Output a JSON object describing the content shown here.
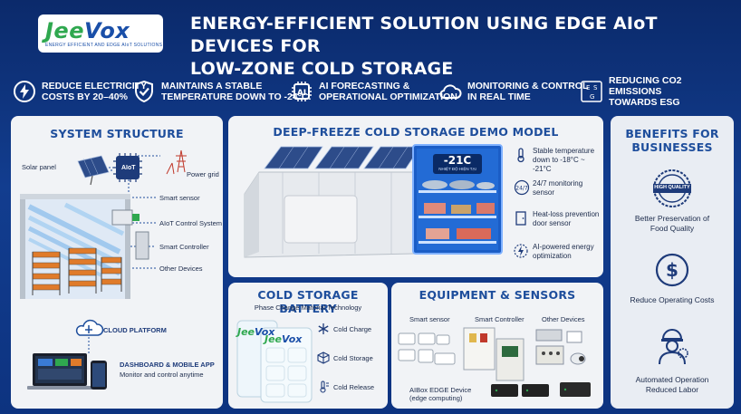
{
  "brand": {
    "logo_text_green": "Jee",
    "logo_text_blue": "Vox",
    "tagline": "ENERGY EFFICIENT AND EDGE AIoT SOLUTIONS"
  },
  "title": {
    "line1": "ENERGY-EFFICIENT SOLUTION USING EDGE AIoT DEVICES FOR",
    "line2": "LOW-ZONE COLD STORAGE"
  },
  "features": [
    {
      "icon": "lightning-icon",
      "line1": "REDUCE ELECTRICITY",
      "line2": "COSTS BY 20–40%"
    },
    {
      "icon": "shield-check-icon",
      "line1": "MAINTAINS A STABLE",
      "line2": "TEMPERATURE DOWN TO -24°C."
    },
    {
      "icon": "ai-chip-icon",
      "line1": "AI FORECASTING &",
      "line2": "OPERATIONAL OPTIMIZATION"
    },
    {
      "icon": "cloud-icon",
      "line1": "MONITORING & CONTROL",
      "line2": "IN REAL TIME"
    },
    {
      "icon": "esg-icon",
      "line1": "REDUCING CO2 EMISSIONS",
      "line2": "TOWARDS ESG"
    }
  ],
  "system": {
    "title": "SYSTEM STRUCTURE",
    "solar_panel": "Solar panel",
    "chip": "AIoT",
    "power_grid": "Power grid",
    "smart_sensor": "Smart sensor",
    "control_system": "AIoT Control System",
    "smart_controller": "Smart Controller",
    "other_devices": "Other Devices",
    "cloud": "CLOUD PLATFORM",
    "dashboard_title": "DASHBOARD & MOBILE APP",
    "dashboard_sub": "Monitor and control anytime"
  },
  "demo": {
    "title": "DEEP-FREEZE COLD STORAGE DEMO MODEL",
    "temp_display": "-21C",
    "temp_sub": "NHIỆT ĐỘ HIỆN TẠI",
    "features": [
      {
        "icon": "thermometer-icon",
        "line1": "Stable temperature",
        "line2": "down to -18°C ~ -21°C"
      },
      {
        "icon": "clock-24-7-icon",
        "line1": "24/7 monitoring",
        "line2": "sensor"
      },
      {
        "icon": "door-icon",
        "line1": "Heat-loss prevention",
        "line2": "door sensor"
      },
      {
        "icon": "ai-energy-icon",
        "line1": "AI-powered energy",
        "line2": "optimization"
      }
    ]
  },
  "battery": {
    "title": "COLD STORAGE BATTERY",
    "subtitle": "Phase Change Material Technology",
    "items": [
      {
        "icon": "snowflake-icon",
        "label": "Cold Charge"
      },
      {
        "icon": "cube-icon",
        "label": "Cold Storage"
      },
      {
        "icon": "thermo-release-icon",
        "label": "Cold Release"
      }
    ],
    "pack_logo_green": "Jee",
    "pack_logo_blue": "Vox"
  },
  "equipment": {
    "title": "EQUIPMENT & SENSORS",
    "col1": "Smart sensor",
    "col2": "Smart Controller",
    "col3": "Other Devices",
    "edge_line1": "AIBox EDGE Device",
    "edge_line2": "(edge computing)"
  },
  "benefits": {
    "title_line1": "BENEFITS FOR",
    "title_line2": "BUSINESSES",
    "badge": "HIGH QUALITY",
    "items": [
      {
        "icon": "high-quality-badge-icon",
        "line1": "Better Preservation of",
        "line2": "Food Quality"
      },
      {
        "icon": "dollar-icon",
        "line1": "Reduce Operating Costs",
        "line2": ""
      },
      {
        "icon": "worker-icon",
        "line1": "Automated Operation",
        "line2": "Reduced Labor"
      }
    ]
  },
  "colors": {
    "bg": "#0d3380",
    "accent": "#1e4e9c",
    "green": "#2fa84f"
  }
}
